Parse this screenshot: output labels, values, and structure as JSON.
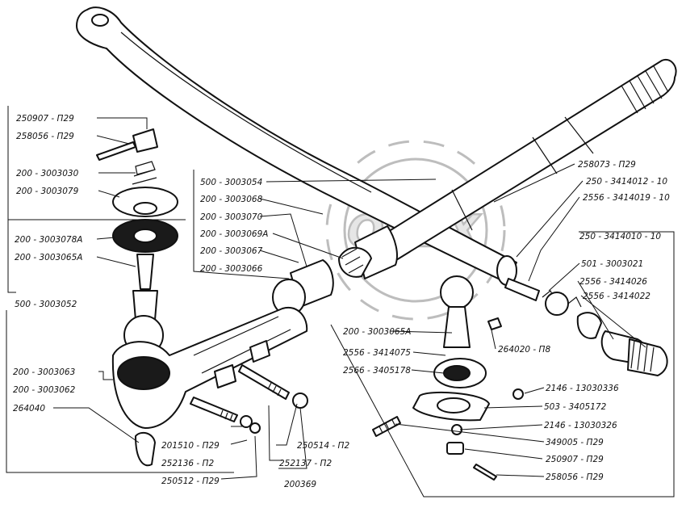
{
  "watermark": {
    "text": "OPEX"
  },
  "labels": {
    "l_250907_left": "250907 - П29",
    "l_258056_left": "258056 - П29",
    "l_200_3003030": "200 - 3003030",
    "l_200_3003079": "200 - 3003079",
    "l_200_3003078a": "200 - 3003078А",
    "l_200_3003065a_left": "200 - 3003065А",
    "l_500_3003052": "500 - 3003052",
    "l_200_3003063": "200 - 3003063",
    "l_200_3003062": "200 - 3003062",
    "l_264040": "264040",
    "l_500_3003054": "500 - 3003054",
    "l_200_3003068": "200 - 3003068",
    "l_200_3003070": "200 - 3003070",
    "l_200_3003069a": "200 - 3003069А",
    "l_200_3003067": "200 - 3003067",
    "l_200_3003066": "200 - 3003066",
    "l_201510": "201510 - П29",
    "l_252136": "252136 - П2",
    "l_250512": "250512 - П29",
    "l_200369": "200369",
    "l_250514": "250514 - П2",
    "l_252137": "252137 - П2",
    "l_258073": "258073 - П29",
    "l_250_3414012": "250 - 3414012 - 10",
    "l_2556_3414019": "2556 - 3414019 - 10",
    "l_250_3414010": "250 - 3414010 - 10",
    "l_501_3003021": "501 - 3003021",
    "l_2556_3414026": "2556 - 3414026",
    "l_2556_3414022": "2556 - 3414022",
    "l_200_3003065a_right": "200 - 3003065А",
    "l_2556_3414075": "2556 - 3414075",
    "l_2566_3405178": "2566 - 3405178",
    "l_264020": "264020 - П8",
    "l_2146_13030336": "2146 - 13030336",
    "l_503_3405172": "503 - 3405172",
    "l_2146_13030326": "2146 - 13030326",
    "l_349005": "349005 - П29",
    "l_250907_right": "250907 - П29",
    "l_258056_right": "258056 - П29"
  }
}
